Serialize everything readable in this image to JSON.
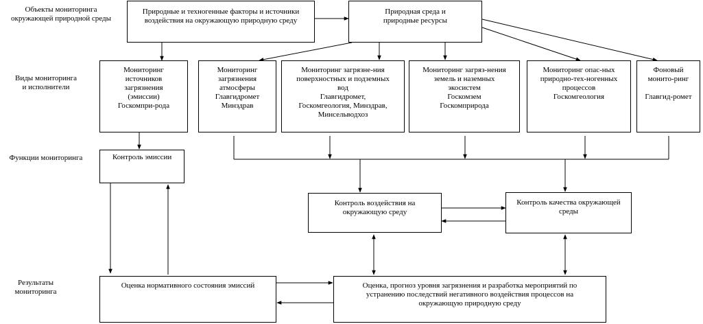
{
  "labels": {
    "objects": "Объекты мониторинга\nокружающей природной среды",
    "types": "Виды мониторинга\nи исполнители",
    "functions": "Функции мониторинга",
    "results": "Результаты\nмониторинга"
  },
  "boxes": {
    "factors": "Природные и техногенные факторы и источники\nвоздействия на окружающую природную среду",
    "environment": "Природная среда и\nприродные ресурсы",
    "emission_sources": "Мониторинг\nисточников\nзагрязнения\n(эмиссии)\nГоскомпри-рода",
    "atmosphere": "Мониторинг\nзагрязнения\nатмосферы\nГлавгидромет\nМинздрав",
    "water": "Мониторинг загрязне-ния\nповерхностных и подземных\nвод\nГлавгидромет,\nГоскомгеология, Минздрав,\nМинсельводхоз",
    "land": "Мониторинг  загряз-нения\nземель и  наземных\nэкосистем\nГоскомзем\nГоскомприрода",
    "hazards": "Мониторинг  опас-ных\nприродно-тех-ногенных\nпроцессов\nГоскомгеология",
    "background": "Фоновый\nмонито-ринг\n\nГлавгид-ромет",
    "emission_control": "Контроль эмиссии",
    "impact_control": "Контроль воздействия на\nокружающую среду",
    "quality_control": "Контроль качества окружающей\nсреды",
    "emission_assessment": "Оценка нормативного состояния эмиссий",
    "forecast": "Оценка, прогноз уровня загрязнения и разработка мероприятий по\nустранению последствий негативного воздействия процессов на\nокружающую природную среду"
  }
}
